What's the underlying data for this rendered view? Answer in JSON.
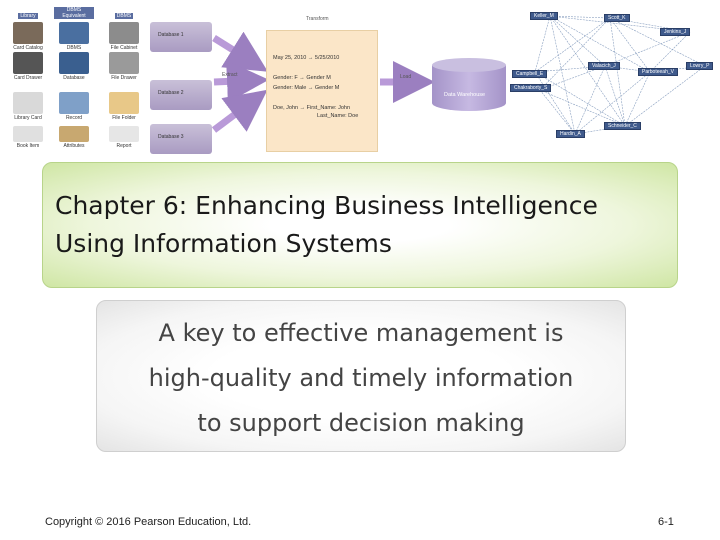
{
  "banner": {
    "tiles": [
      {
        "header": "Library",
        "caption": "Card Catalog",
        "color": "#7a6a5a"
      },
      {
        "header": "DBMS Equivalent",
        "caption": "DBMS",
        "color": "#4a6fa0"
      },
      {
        "header": "DBMS",
        "caption": "File Cabinet",
        "color": "#8c8c8c"
      },
      {
        "caption": "Card Drawer",
        "color": "#555555"
      },
      {
        "caption": "Database",
        "color": "#3a5f8f"
      },
      {
        "caption": "File Drawer",
        "color": "#9a9a9a"
      },
      {
        "caption": "Library Card",
        "color": "#d9d9d9"
      },
      {
        "caption": "Record",
        "color": "#7fa0c8"
      },
      {
        "caption": "File Folder",
        "color": "#e8c888"
      },
      {
        "caption": "Book Item",
        "color": "#e0e0e0"
      },
      {
        "caption": "Attributes",
        "color": "#c8a870"
      },
      {
        "caption": "Report",
        "color": "#e6e6e6"
      }
    ],
    "databases": [
      "Database 1",
      "Database 2",
      "Database 3"
    ],
    "etl": {
      "transform": "Transform",
      "extract": "Extract",
      "load": "Load",
      "lines": [
        "May 25, 2010  →  5/25/2010",
        "Gender: F  →  Gender M",
        "Gender: Male  →  Gender M",
        "Doe, John  →  First_Name: John",
        "Last_Name: Doe"
      ]
    },
    "warehouse_label": "Data Warehouse",
    "network_nodes": [
      "Keller_M",
      "Scott_K",
      "Jenkins_J",
      "Lowry_P",
      "Campbell_E",
      "Valacich_J",
      "Parboteeah_V",
      "Chakraborty_S",
      "Schneider_C",
      "Hardin_A"
    ]
  },
  "slide": {
    "title_line1": "Chapter 6: Enhancing Business Intelligence",
    "title_line2": "Using Information Systems",
    "body_line1": "A key to effective management is",
    "body_line2": "high-quality and timely information",
    "body_line3": "to support decision making"
  },
  "footer": {
    "copyright": "Copyright © 2016 Pearson Education, Ltd.",
    "page": "6-1"
  }
}
